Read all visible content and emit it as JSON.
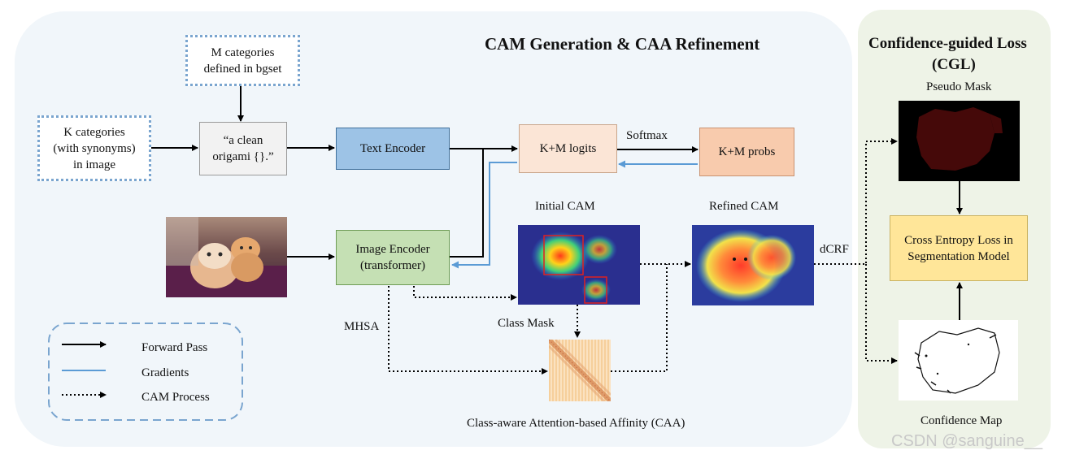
{
  "cam_panel": {
    "title": "CAM Generation & CAA Refinement"
  },
  "cgl_panel": {
    "title": "Confidence-guided Loss",
    "title2": "(CGL)"
  },
  "boxes": {
    "m_categories": "M categories\ndefined in bgset",
    "k_categories": "K categories\n(with synonyms)\nin image",
    "prompt": "“a clean\norigami {}.”",
    "text_encoder": "Text Encoder",
    "km_logits": "K+M logits",
    "km_probs": "K+M probs",
    "image_encoder": "Image Encoder\n(transformer)",
    "cross_entropy": "Cross Entropy Loss in\nSegmentation Model"
  },
  "labels": {
    "softmax": "Softmax",
    "initial_cam": "Initial CAM",
    "refined_cam": "Refined CAM",
    "class_mask": "Class Mask",
    "mhsa": "MHSA",
    "dcrf": "dCRF",
    "caa": "Class-aware Attention-based Affinity  (CAA)",
    "pseudo_mask": "Pseudo Mask",
    "confidence_map": "Confidence Map"
  },
  "legend": {
    "forward": "Forward Pass",
    "gradients": "Gradients",
    "cam_process": "CAM Process"
  },
  "watermark": "CSDN @sanguine__",
  "colors": {
    "cam_panel_bg": "#f1f6fa",
    "cgl_panel_bg": "#eef3e7",
    "text_encoder": "#9dc3e6",
    "km_logits": "#fbe5d6",
    "km_probs": "#f8cbad",
    "image_encoder": "#c5e0b4",
    "cross_entropy": "#ffe699",
    "gradient_arrow": "#5b9bd5",
    "dashed_border": "#7aa5cf"
  }
}
